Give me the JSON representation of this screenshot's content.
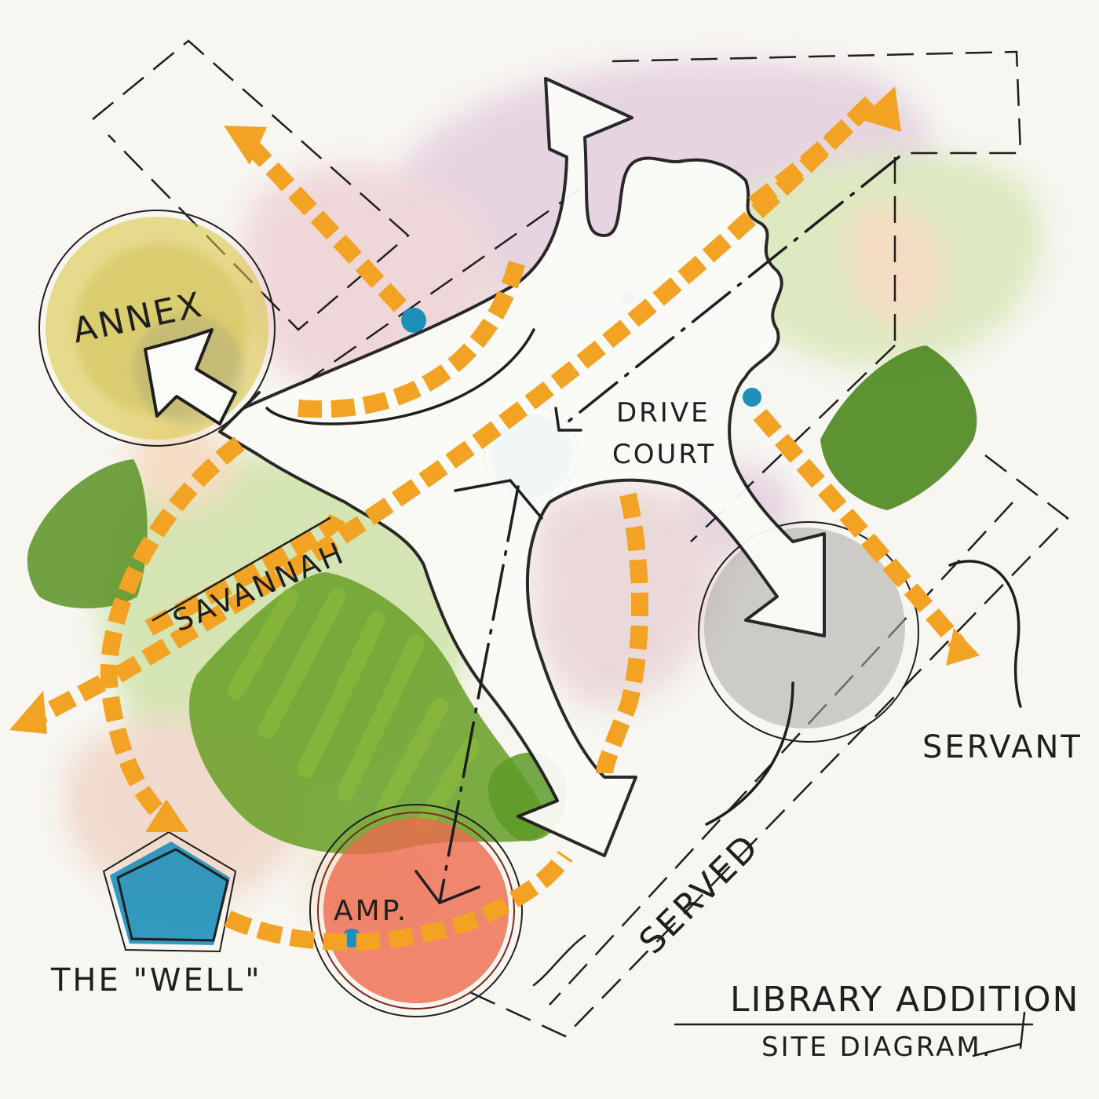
{
  "labels": {
    "annex": "ANNEX",
    "drive": "DRIVE",
    "court": "COURT",
    "savannah": "SAVANNAH",
    "servant": "SERVANT",
    "served": "SERVED",
    "amp": "AMP.",
    "well": "THE \"WELL\"",
    "title": "LIBRARY ADDITION",
    "subtitle": "SITE DIAGRAM."
  },
  "colors": {
    "paper": "#f7f6f1",
    "ink": "#1f1f1f",
    "path_orange": "#f2a324",
    "green": "#6aa12a",
    "dark_green": "#4f8a22",
    "blue": "#1d8fb8",
    "cyan": "#2aa9d0",
    "red": "#ee6a4e",
    "yellow": "#d9c23a",
    "gray": "#a9a7a4",
    "pink_wash": "#e9bfc6",
    "violet_wash": "#d9b9d4",
    "peach_wash": "#f2c99f",
    "lime_wash": "#c8df9a"
  }
}
